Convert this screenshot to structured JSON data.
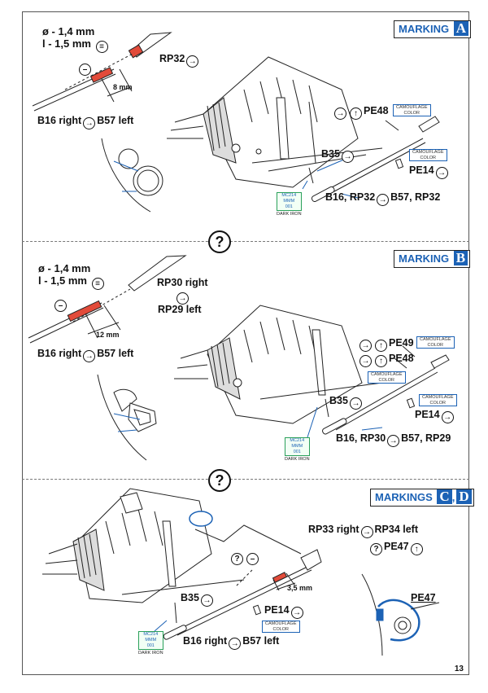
{
  "page_number": "13",
  "sections": [
    {
      "marking_word": "MARKING",
      "marking_letters": "A",
      "diameter": "ø - 1,4 mm",
      "length": "l - 1,5 mm",
      "measure": "8 mm",
      "b16": "B16 right",
      "b57": "B57 left",
      "rp": "RP32",
      "pe48": "PE48",
      "pe14": "PE14",
      "b35": "B35",
      "assembly": "B16, RP32",
      "assembly2": "B57, RP32",
      "camo1": "CAMOUFLAGE",
      "camo2": "COLOR",
      "paint1": "MC214",
      "paint2": "MMM",
      "paint3": "001",
      "paint4": "DARK IRON"
    },
    {
      "marking_word": "MARKING",
      "marking_letters": "B",
      "diameter": "ø - 1,4 mm",
      "length": "l - 1,5 mm",
      "measure": "12 mm",
      "b16": "B16 right",
      "b57": "B57 left",
      "rp_right": "RP30 right",
      "rp_left": "RP29 left",
      "pe49": "PE49",
      "pe48": "PE48",
      "pe14": "PE14",
      "b35": "B35",
      "assembly": "B16, RP30",
      "assembly2": "B57, RP29",
      "camo1": "CAMOUFLAGE",
      "camo2": "COLOR",
      "paint1": "MC214",
      "paint2": "MMM",
      "paint3": "001",
      "paint4": "DARK IRON"
    },
    {
      "marking_word": "MARKINGS",
      "marking_letters_1": "C",
      "marking_letters_2": "D",
      "measure": "3,5 mm",
      "rp_right": "RP33 right",
      "rp_left": "RP34 left",
      "pe47": "PE47",
      "pe47_inset": "PE47",
      "pe14": "PE14",
      "b35": "B35",
      "b16": "B16 right",
      "b57": "B57 left",
      "camo1": "CAMOUFLAGE",
      "camo2": "COLOR",
      "paint1": "MC214",
      "paint2": "MMM",
      "paint3": "001",
      "paint4": "DARK IRON"
    }
  ],
  "help_symbol": "?",
  "icons": {
    "arrow_right": "→",
    "arrow_up": "↑",
    "help": "?",
    "rotate": "↺",
    "minus": "–",
    "drill": "≡"
  }
}
